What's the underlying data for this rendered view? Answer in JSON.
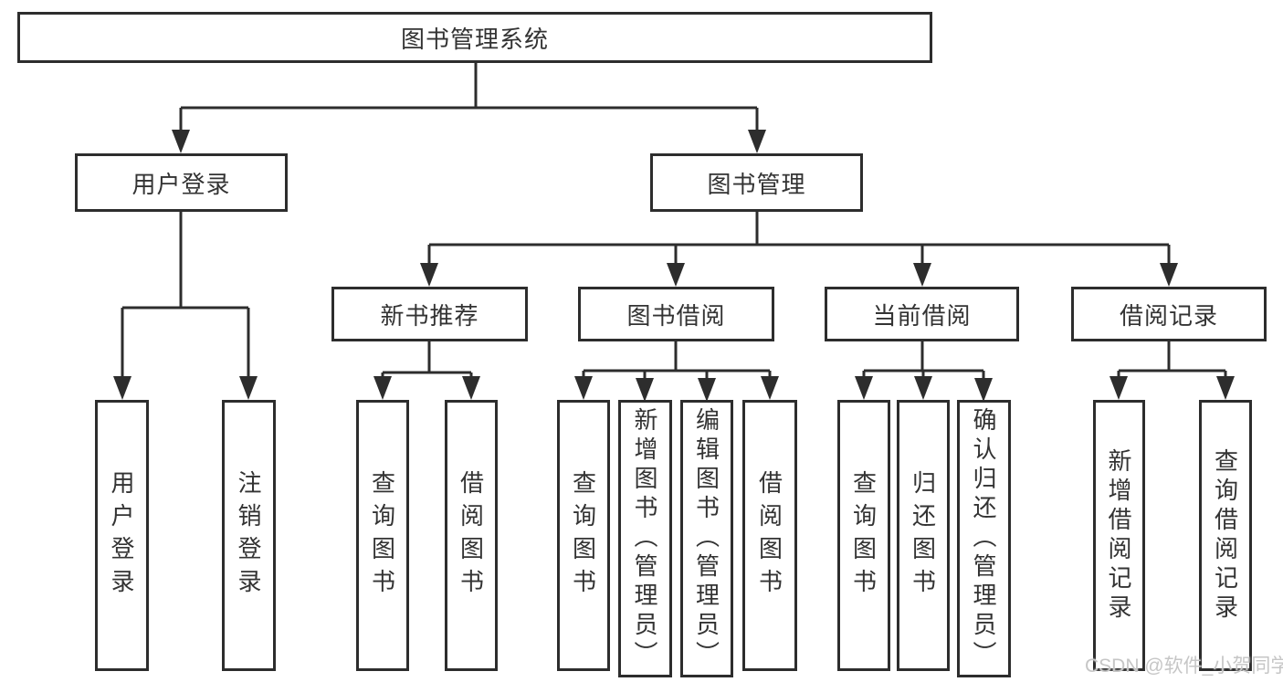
{
  "tree": {
    "label": "图书管理系统",
    "children": [
      {
        "label": "用户登录",
        "children": [
          {
            "label": "用户登录"
          },
          {
            "label": "注销登录"
          }
        ]
      },
      {
        "label": "图书管理",
        "children": [
          {
            "label": "新书推荐",
            "children": [
              {
                "label": "查询图书"
              },
              {
                "label": "借阅图书"
              }
            ]
          },
          {
            "label": "图书借阅",
            "children": [
              {
                "label": "查询图书"
              },
              {
                "label": "新增图书（管理员）"
              },
              {
                "label": "编辑图书（管理员）"
              },
              {
                "label": "借阅图书"
              }
            ]
          },
          {
            "label": "当前借阅",
            "children": [
              {
                "label": "查询图书"
              },
              {
                "label": "归还图书"
              },
              {
                "label": "确认归还（管理员）"
              }
            ]
          },
          {
            "label": "借阅记录",
            "children": [
              {
                "label": "新增借阅记录"
              },
              {
                "label": "查询借阅记录"
              }
            ]
          }
        ]
      }
    ]
  },
  "watermark": {
    "text": "CSDN @软件_小贺同学"
  },
  "colors": {
    "line": "#2d2d2d",
    "box_border": "#2d2d2d",
    "box_fill": "#ffffff",
    "text": "#333333",
    "watermark": "#c6c6c6",
    "background": "#ffffff"
  }
}
